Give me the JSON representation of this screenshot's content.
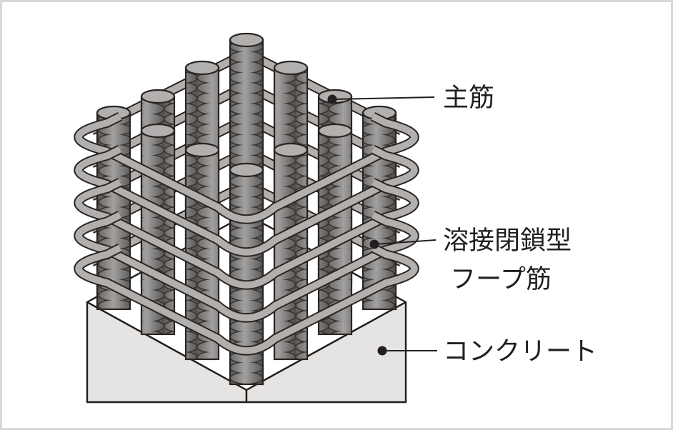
{
  "figure": {
    "labels": {
      "main_bar": "主筋",
      "hoop_line1": "溶接閉鎖型",
      "hoop_line2": "フープ筋",
      "concrete": "コンクリート"
    },
    "colors": {
      "background": "#ffffff",
      "frame": "#d8d8d8",
      "outline": "#2a2522",
      "rebar_top": "#b2b0ae",
      "hoop_band": "#b2b0ae",
      "concrete_side": "#e5e4e2",
      "concrete_top": "#ffffff",
      "annotation": "#231f20"
    }
  }
}
